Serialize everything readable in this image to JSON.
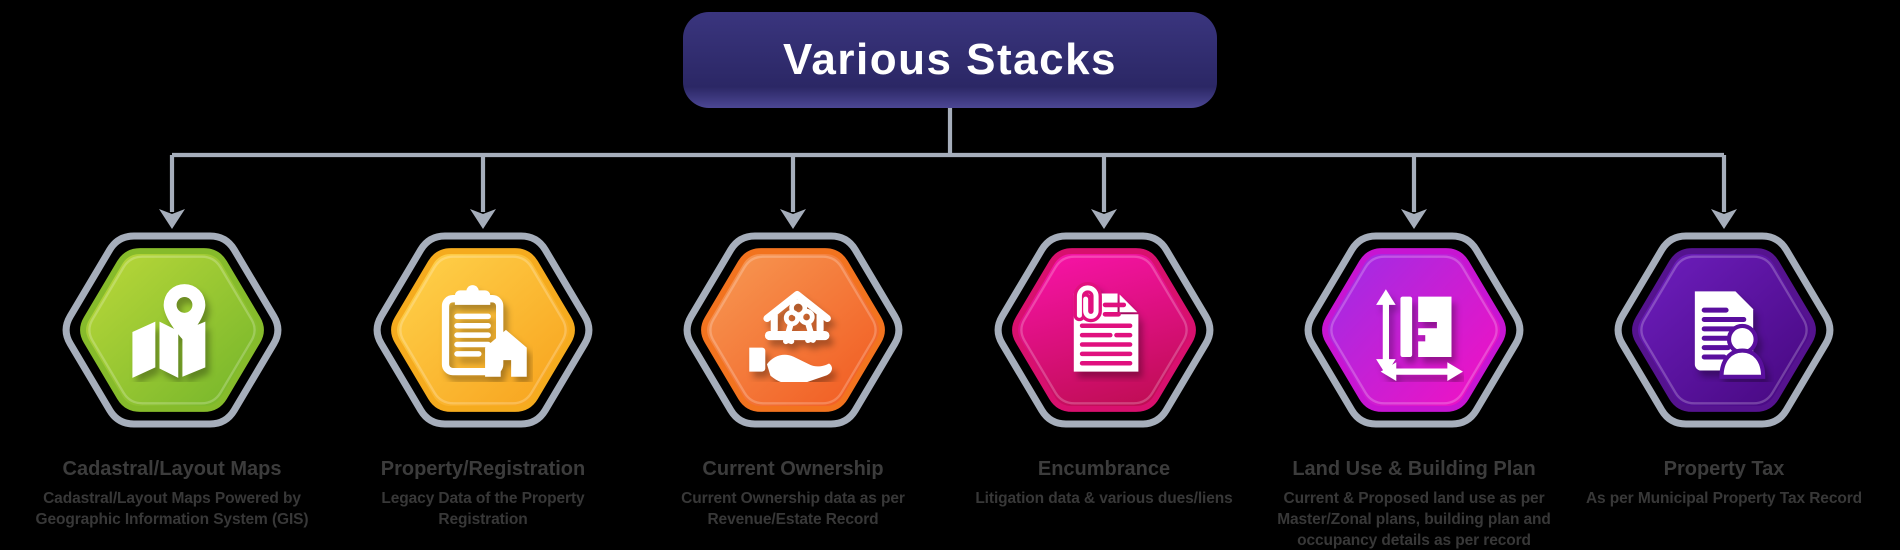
{
  "title": "Various Stacks",
  "theme": {
    "background": "#000000",
    "title_box_gradient": [
      "#3a357e",
      "#2b2765"
    ],
    "title_text_color": "#ffffff",
    "connector_color": "#a6aebb",
    "label_color": "#3c3c3c",
    "description_color": "#383838"
  },
  "items": [
    {
      "label": "Cadastral/Layout Maps",
      "description": "Cadastral/Layout Maps Powered by\nGeographic Information System (GIS)",
      "icon": "map-location-icon",
      "colors": {
        "from": "#bcd93a",
        "to": "#72b42a",
        "rim": "#86bb2b",
        "detail": "#8cc02f"
      }
    },
    {
      "label": "Property/Registration",
      "description": "Legacy Data of the Property\nRegistration",
      "icon": "clipboard-house-icon",
      "colors": {
        "from": "#ffd44d",
        "to": "#f7a01b",
        "rim": "#f5ab1e",
        "detail": "#f9a825"
      }
    },
    {
      "label": "Current Ownership",
      "description": "Current Ownership data as per\nRevenue/Estate Record",
      "icon": "hand-house-keys-icon",
      "colors": {
        "from": "#f79b55",
        "to": "#f1581f",
        "rim": "#f2731f",
        "detail": "#f4711f"
      }
    },
    {
      "label": "Encumbrance",
      "description": "Litigation data & various dues/liens",
      "icon": "document-paperclip-icon",
      "colors": {
        "from": "#f513a4",
        "to": "#c00d55",
        "rim": "#d8106e",
        "detail": "#e0107e"
      }
    },
    {
      "label": "Land Use & Building Plan",
      "description": "Current & Proposed land use as per\nMaster/Zonal plans, building plan and\noccupancy details as per record",
      "icon": "floor-plan-measure-icon",
      "colors": {
        "from": "#9a2ee7",
        "to": "#ef12c4",
        "rim": "#c715d2",
        "detail": "#cc14cc"
      }
    },
    {
      "label": "Property Tax",
      "description": "As per Municipal Property Tax Record",
      "icon": "document-person-icon",
      "colors": {
        "from": "#6f1fc0",
        "to": "#45077d",
        "rim": "#55138f",
        "detail": "#5a0f9e"
      }
    }
  ]
}
